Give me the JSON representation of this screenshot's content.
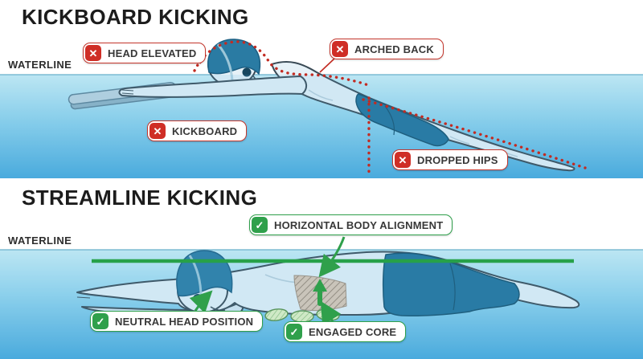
{
  "panels": {
    "kickboard": {
      "title": "KICKBOARD KICKING",
      "waterline_label": "WATERLINE",
      "issues": [
        {
          "label": "HEAD ELEVATED"
        },
        {
          "label": "ARCHED BACK"
        },
        {
          "label": "KICKBOARD"
        },
        {
          "label": "DROPPED HIPS"
        }
      ]
    },
    "streamline": {
      "title": "STREAMLINE KICKING",
      "waterline_label": "WATERLINE",
      "points": [
        {
          "label": "HORIZONTAL BODY ALIGNMENT"
        },
        {
          "label": "NEUTRAL HEAD POSITION"
        },
        {
          "label": "ENGAGED CORE"
        }
      ]
    }
  },
  "icons": {
    "error": "✕",
    "check": "✓"
  },
  "colors": {
    "error_red": "#cf2e26",
    "success_green": "#2fa04b",
    "water_light": "#cdeff6",
    "water_deep": "#47a9dc",
    "cap_trunks_teal": "#20719a",
    "title_black": "#1c1c1c"
  }
}
